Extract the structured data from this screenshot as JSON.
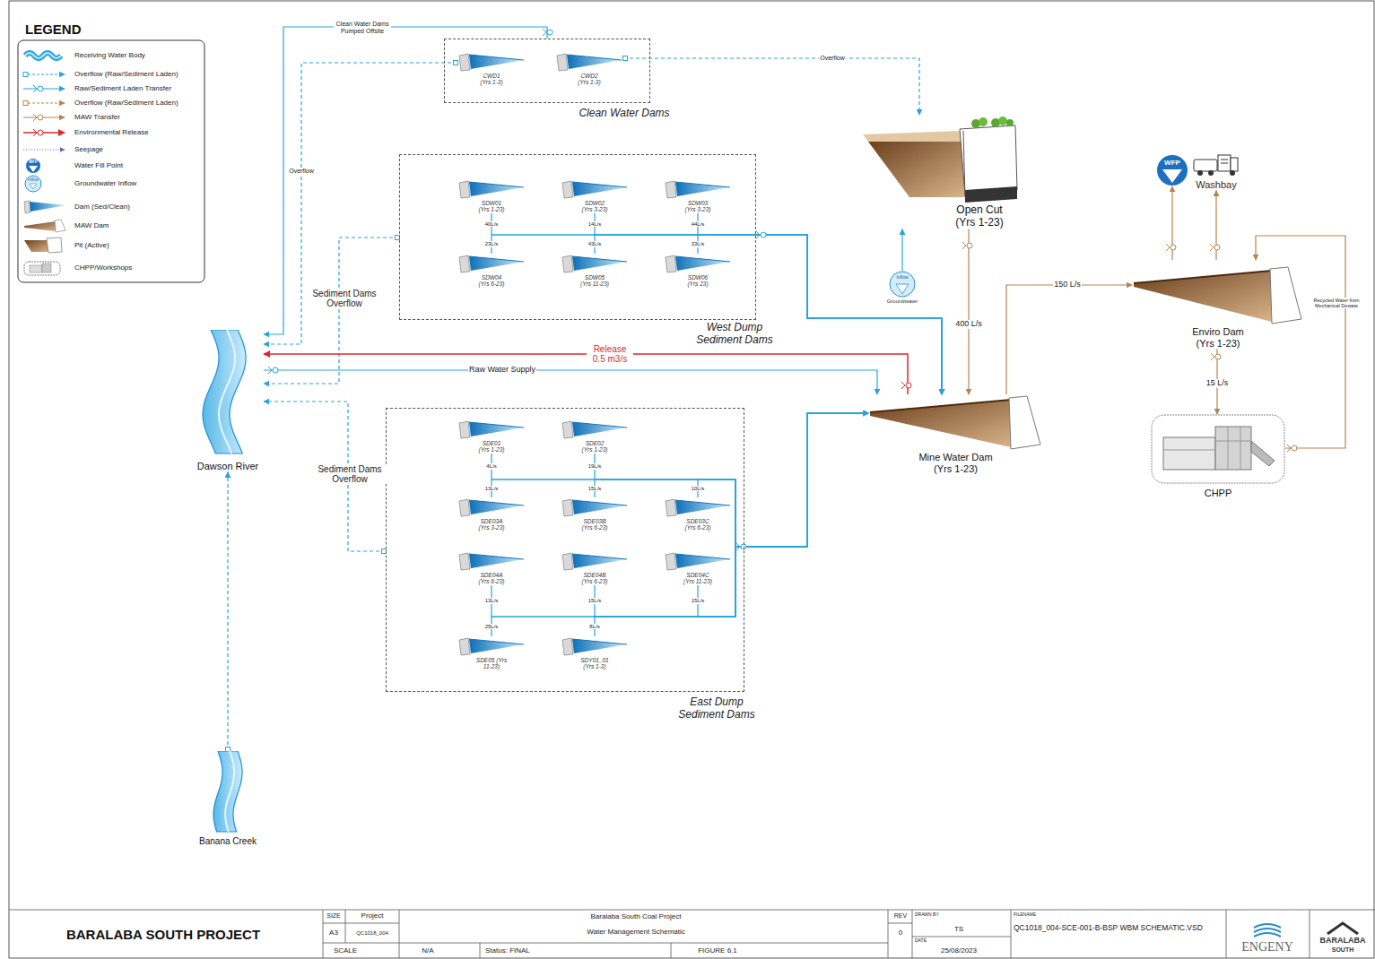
{
  "diagram": {
    "nodes": [
      {
        "text": [
          "Clean Water Dams"
        ]
      },
      {
        "text": [
          "CWD1 (Yrs 1-3)"
        ],
        "in": 0
      },
      {
        "text": [
          "CWD2 (Yrs 1-3)"
        ],
        "in": 0
      },
      {
        "text": [
          "Open Cut (Yrs 1-23)"
        ]
      },
      {
        "text": [
          "West Dump Sediment Dams"
        ]
      },
      {
        "text": [
          "SDW01 (Yrs 1-23)"
        ],
        "in": 4
      },
      {
        "text": [
          "SDW02 (Yrs 3-23)"
        ],
        "in": 4
      },
      {
        "text": [
          "SDW03 (Yrs 3-23)"
        ],
        "in": 4
      },
      {
        "text": [
          "SDW04 (Yrs 6-23)"
        ],
        "in": 4
      },
      {
        "text": [
          "SDW05 (Yrs 11-23)"
        ],
        "in": 4
      },
      {
        "text": [
          "SDW06 (Yrs 23)"
        ],
        "in": 4
      },
      {
        "text": [
          "Inflow",
          "Groundwater"
        ]
      },
      {
        "text": [
          "WFP"
        ]
      },
      {
        "text": [
          "Washbay"
        ]
      },
      {
        "text": [
          "Enviro Dam (Yrs 1-23)"
        ]
      },
      {
        "text": [
          "Dawson River"
        ]
      },
      {
        "text": [
          "Mine Water Dam (Yrs 1-23)"
        ]
      },
      {
        "text": [
          "East Dump Sediment Dams"
        ]
      },
      {
        "text": [
          "SDE01 (Yrs 1-23)"
        ],
        "in": 17
      },
      {
        "text": [
          "SDE02 (Yrs 1-23)"
        ],
        "in": 17
      },
      {
        "text": [
          "SDE03A (Yrs 3-23)"
        ],
        "in": 17
      },
      {
        "text": [
          "SDE03B (Yrs 6-23)"
        ],
        "in": 17
      },
      {
        "text": [
          "SDE03C (Yrs 6-23)"
        ],
        "in": 17
      },
      {
        "text": [
          "SDE04A (Yrs 6-23)"
        ],
        "in": 17
      },
      {
        "text": [
          "SDE04B (Yrs 6-23)"
        ],
        "in": 17
      },
      {
        "text": [
          "SDE04C (Yrs 11-23)"
        ],
        "in": 17
      },
      {
        "text": [
          "SDE05 (Yrs 11-23)"
        ],
        "in": 17
      },
      {
        "text": [
          "SDY01_01 (Yrs 1-3)"
        ],
        "in": 17
      },
      {
        "text": [
          "CHPP"
        ]
      },
      {
        "text": [
          "Banana Creek"
        ]
      }
    ],
    "edges": [
      {
        "from": 0,
        "to": 15,
        "arrow": "to",
        "label": "Clean Water Dams Pumped Offsite"
      },
      {
        "from": 1,
        "to": 15,
        "arrow": "to",
        "label": "Overflow"
      },
      {
        "from": 2,
        "to": 3,
        "arrow": "to",
        "label": "Overflow"
      },
      {
        "from": 4,
        "to": 15,
        "arrow": "to",
        "label": "Sediment Dams Overflow"
      },
      {
        "from": 5,
        "to": 16,
        "arrow": "to",
        "label": "40L/s"
      },
      {
        "from": 6,
        "to": 16,
        "arrow": "to",
        "label": "14L/s"
      },
      {
        "from": 7,
        "to": 16,
        "arrow": "to",
        "label": "44L/s"
      },
      {
        "from": 8,
        "to": 16,
        "arrow": "to",
        "label": "23L/s"
      },
      {
        "from": 9,
        "to": 16,
        "arrow": "to",
        "label": "43L/s"
      },
      {
        "from": 10,
        "to": 16,
        "arrow": "to",
        "label": "33L/s"
      },
      {
        "from": 11,
        "to": 3,
        "arrow": "to"
      },
      {
        "from": 3,
        "to": 16,
        "arrow": "to",
        "label": "400 L/s"
      },
      {
        "from": 15,
        "to": 16,
        "arrow": "to",
        "label": "Raw Water Supply"
      },
      {
        "from": 16,
        "to": 15,
        "arrow": "to",
        "label": "Release 0.5 m3/s"
      },
      {
        "from": 16,
        "to": 14,
        "arrow": "to",
        "label": "150 L/s"
      },
      {
        "from": 14,
        "to": 12,
        "arrow": "to"
      },
      {
        "from": 14,
        "to": 13,
        "arrow": "to"
      },
      {
        "from": 14,
        "to": 28,
        "arrow": "to",
        "label": "15 L/s"
      },
      {
        "from": 28,
        "to": 14,
        "arrow": "to",
        "label": "Recycled Water from Mechanical Dewate"
      },
      {
        "from": 17,
        "to": 15,
        "arrow": "to",
        "label": "Sediment Dams Overflow"
      },
      {
        "from": 18,
        "to": 16,
        "arrow": "to",
        "label": "4L/s"
      },
      {
        "from": 19,
        "to": 16,
        "arrow": "to",
        "label": "19L/s"
      },
      {
        "from": 20,
        "to": 16,
        "arrow": "to",
        "label": "13L/s"
      },
      {
        "from": 21,
        "to": 16,
        "arrow": "to",
        "label": "15L/s"
      },
      {
        "from": 22,
        "to": 16,
        "arrow": "to",
        "label": "10L/s"
      },
      {
        "from": 23,
        "to": 16,
        "arrow": "to",
        "label": "13L/s"
      },
      {
        "from": 24,
        "to": 16,
        "arrow": "to",
        "label": "15L/s"
      },
      {
        "from": 25,
        "to": 16,
        "arrow": "to",
        "label": "15L/s"
      },
      {
        "from": 26,
        "to": 16,
        "arrow": "to",
        "label": "25L/s"
      },
      {
        "from": 27,
        "to": 16,
        "arrow": "to",
        "label": "8L/s"
      },
      {
        "from": 29,
        "to": 15,
        "arrow": "to"
      }
    ],
    "labels": [
      "LEGEND",
      "WFP",
      "Inflow",
      "BARALABA SOUTH PROJECT",
      "SIZE",
      "Project",
      "A3",
      "QC1018_004",
      "SCALE",
      "N/A",
      "Status: FINAL",
      "Baralaba South Coal Project",
      "Water Management Schematic",
      "FIGURE 6.1",
      "REV",
      "0",
      "DRAWN BY",
      "TS",
      "DATE",
      "25/08/2023",
      "FILENAME",
      "QC1018_004-SCE-001-B-BSP WBM SCHEMATIC.VSD",
      "ENGENY",
      "BARALABA",
      "SOUTH"
    ],
    "legend": [
      {
        "text": "Receiving Water Body"
      },
      {
        "text": "Overflow (Raw/Sediment Laden)"
      },
      {
        "text": "Raw/Sediment Laden Transfer"
      },
      {
        "text": "Overflow (Raw/Sediment Laden)"
      },
      {
        "text": "MAW Transfer"
      },
      {
        "text": "Environmental Release"
      },
      {
        "text": "Seepage"
      },
      {
        "text": "Water Fill Point"
      },
      {
        "text": "Groundwater Inflow"
      },
      {
        "text": "Dam (Sed/Clean)"
      },
      {
        "text": "MAW Dam"
      },
      {
        "text": "Pit (Active)"
      },
      {
        "text": "CHPP/Workshops"
      }
    ]
  }
}
